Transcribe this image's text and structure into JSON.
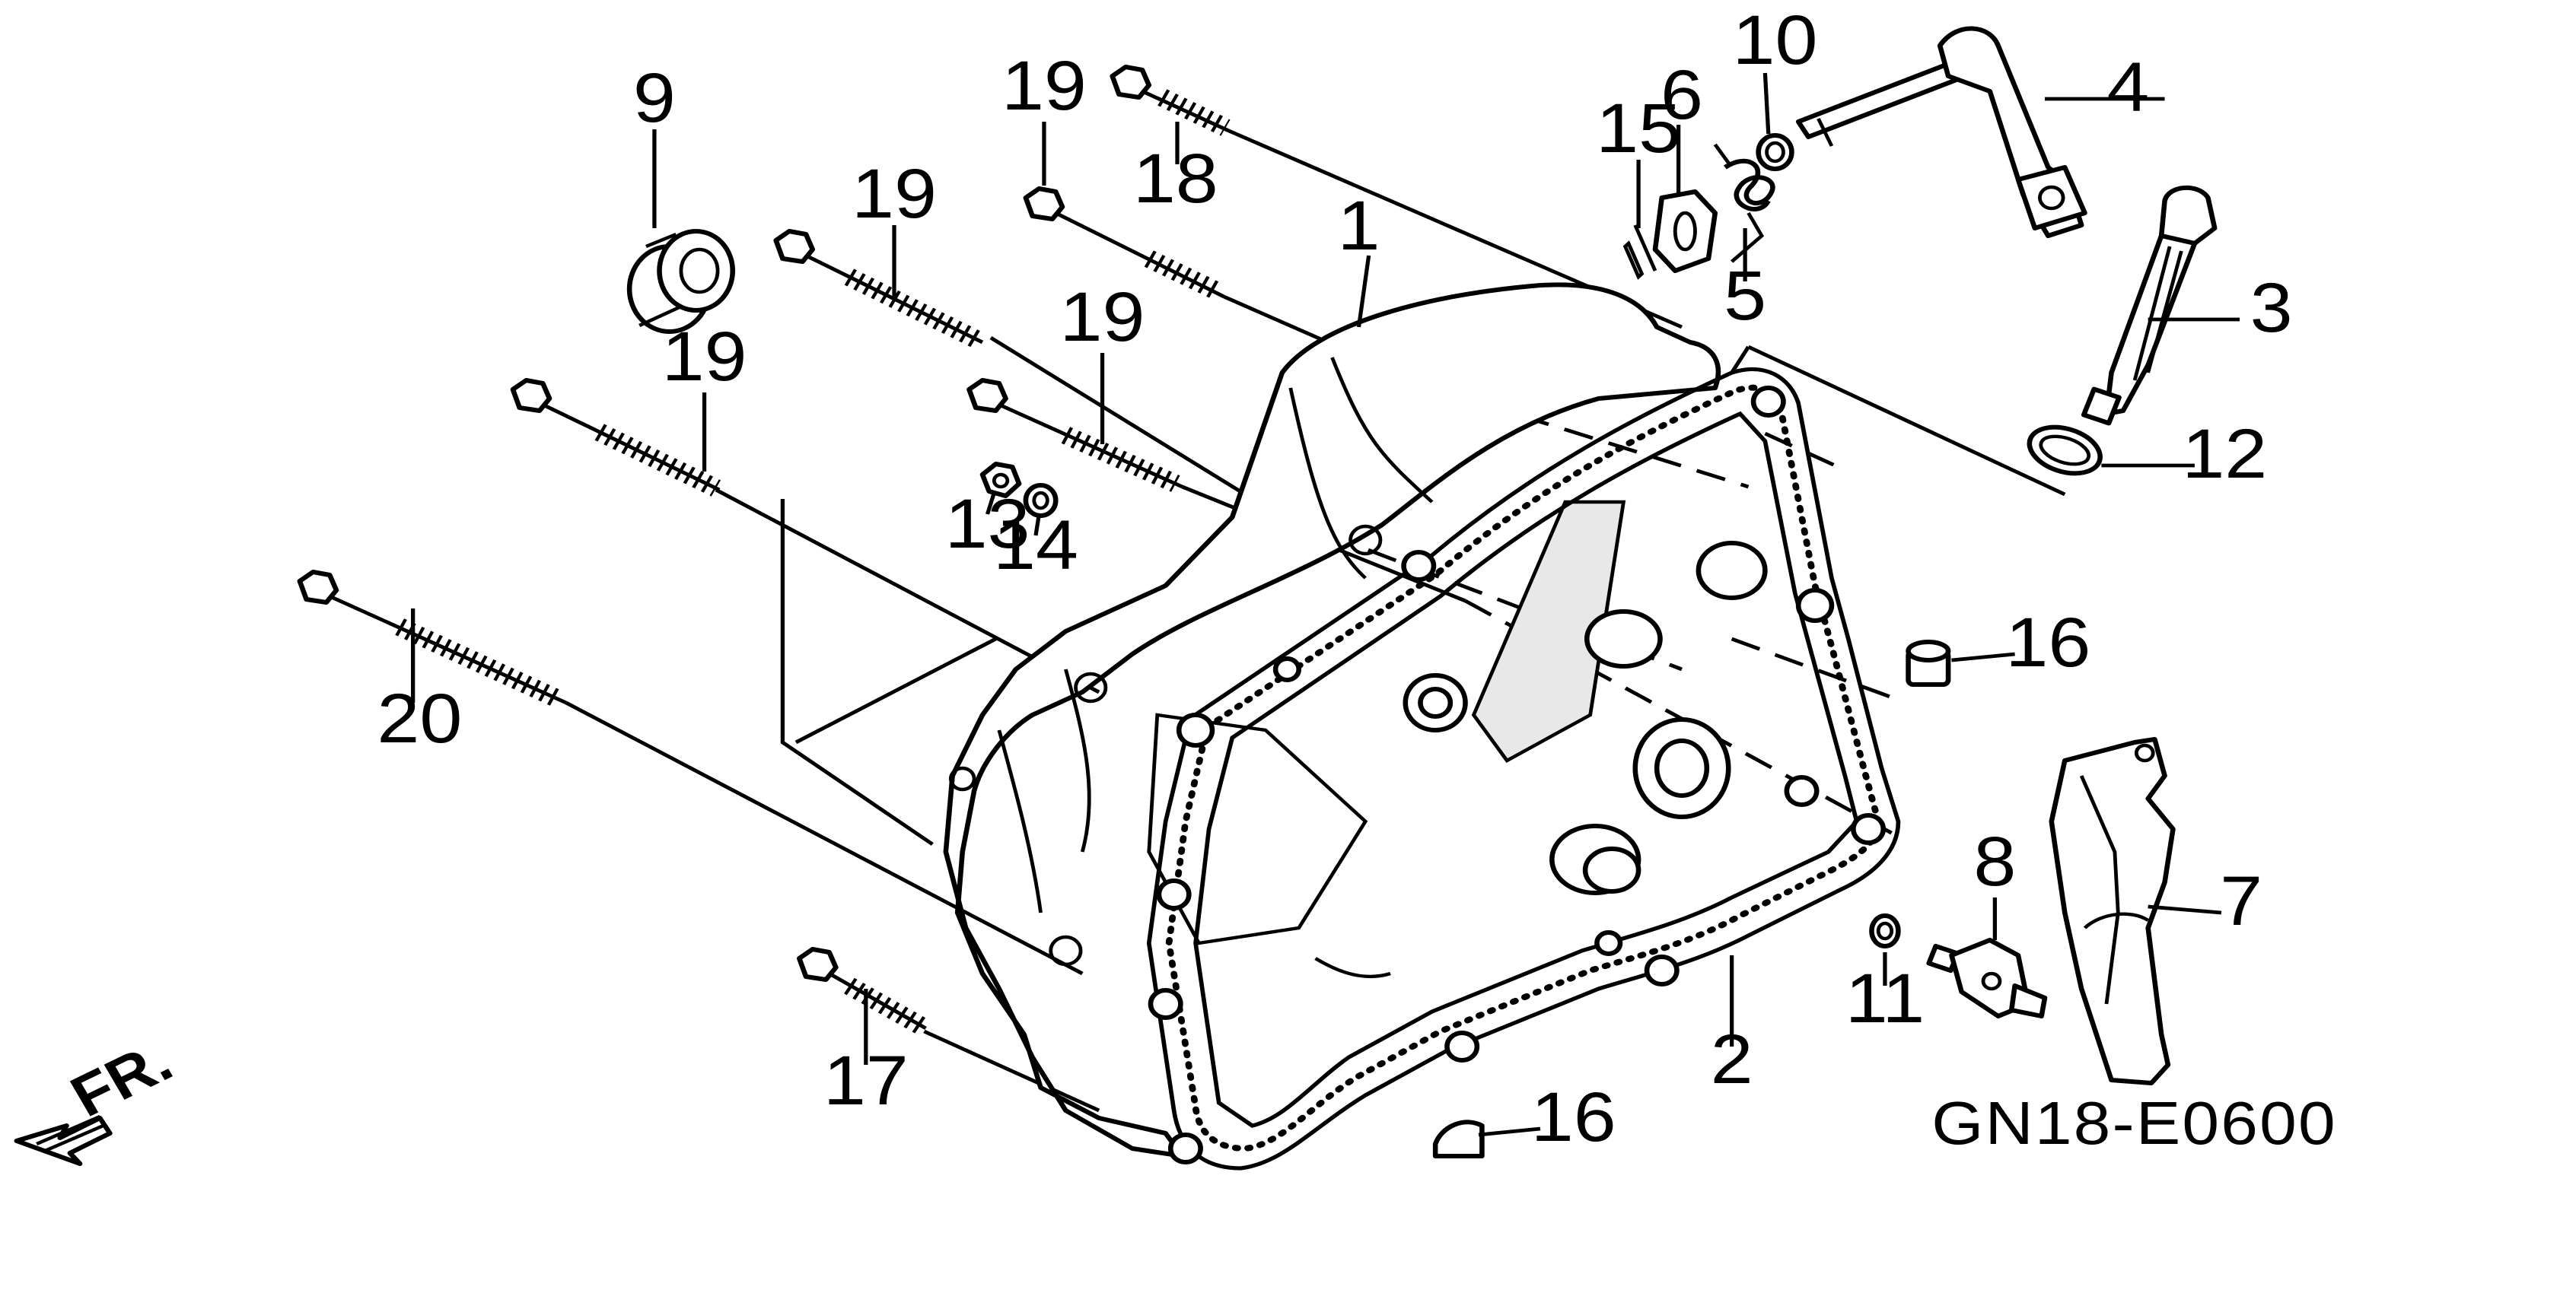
{
  "diagram_code": "GN18-E0600",
  "direction_label": "FR.",
  "callouts": [
    {
      "id": "c1",
      "text": "1"
    },
    {
      "id": "c2",
      "text": "2"
    },
    {
      "id": "c3",
      "text": "3"
    },
    {
      "id": "c4",
      "text": "4"
    },
    {
      "id": "c5",
      "text": "5"
    },
    {
      "id": "c6",
      "text": "6"
    },
    {
      "id": "c7",
      "text": "7"
    },
    {
      "id": "c8",
      "text": "8"
    },
    {
      "id": "c9",
      "text": "9"
    },
    {
      "id": "c10",
      "text": "10"
    },
    {
      "id": "c11",
      "text": "11"
    },
    {
      "id": "c12",
      "text": "12"
    },
    {
      "id": "c13",
      "text": "13"
    },
    {
      "id": "c14",
      "text": "14"
    },
    {
      "id": "c15",
      "text": "15"
    },
    {
      "id": "c16a",
      "text": "16"
    },
    {
      "id": "c16b",
      "text": "16"
    },
    {
      "id": "c17",
      "text": "17"
    },
    {
      "id": "c18",
      "text": "18"
    },
    {
      "id": "c19a",
      "text": "19"
    },
    {
      "id": "c19b",
      "text": "19"
    },
    {
      "id": "c19c",
      "text": "19"
    },
    {
      "id": "c19d",
      "text": "19"
    },
    {
      "id": "c20",
      "text": "20"
    }
  ]
}
